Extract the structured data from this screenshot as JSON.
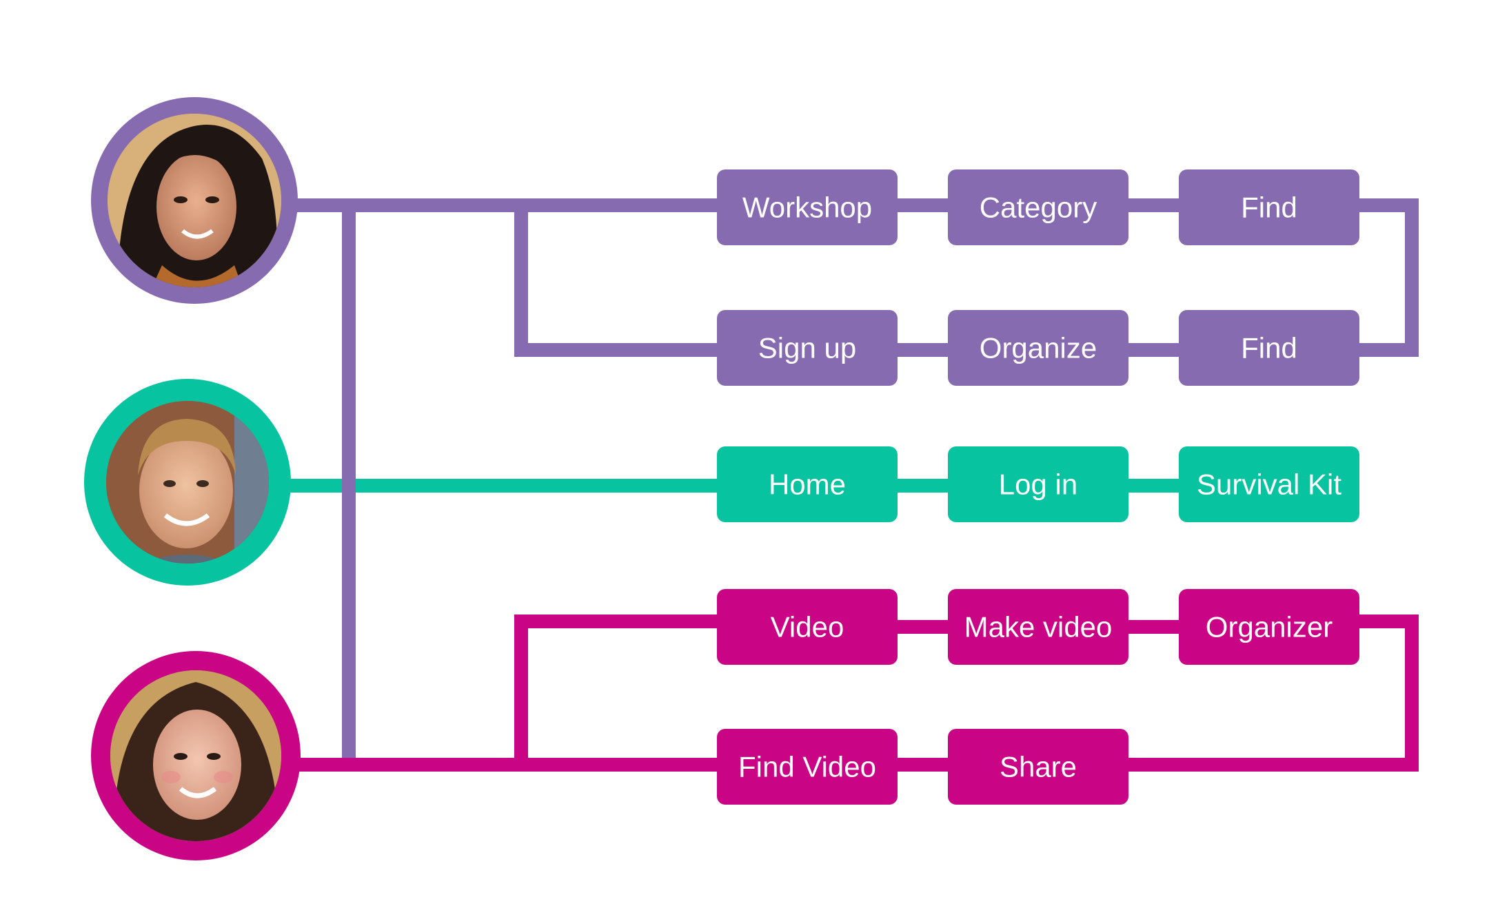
{
  "colors": {
    "purple": "#876bb1",
    "teal": "#08c3a0",
    "magenta": "#c90485",
    "background": "#ffffff",
    "label": "#ffffff"
  },
  "personas": [
    {
      "id": "persona-1",
      "color": "purple",
      "avatar": "woman-dark-hair-photo"
    },
    {
      "id": "persona-2",
      "color": "teal",
      "avatar": "man-blond-hair-photo"
    },
    {
      "id": "persona-3",
      "color": "magenta",
      "avatar": "woman-brown-hair-photo"
    }
  ],
  "flows": {
    "purple": {
      "row1": [
        "Workshop",
        "Category",
        "Find"
      ],
      "row2": [
        "Sign up",
        "Organize",
        "Find"
      ]
    },
    "teal": {
      "row1": [
        "Home",
        "Log in",
        "Survival Kit"
      ]
    },
    "magenta": {
      "row1": [
        "Video",
        "Make video",
        "Organizer"
      ],
      "row2": [
        "Find Video",
        "Share"
      ]
    }
  }
}
